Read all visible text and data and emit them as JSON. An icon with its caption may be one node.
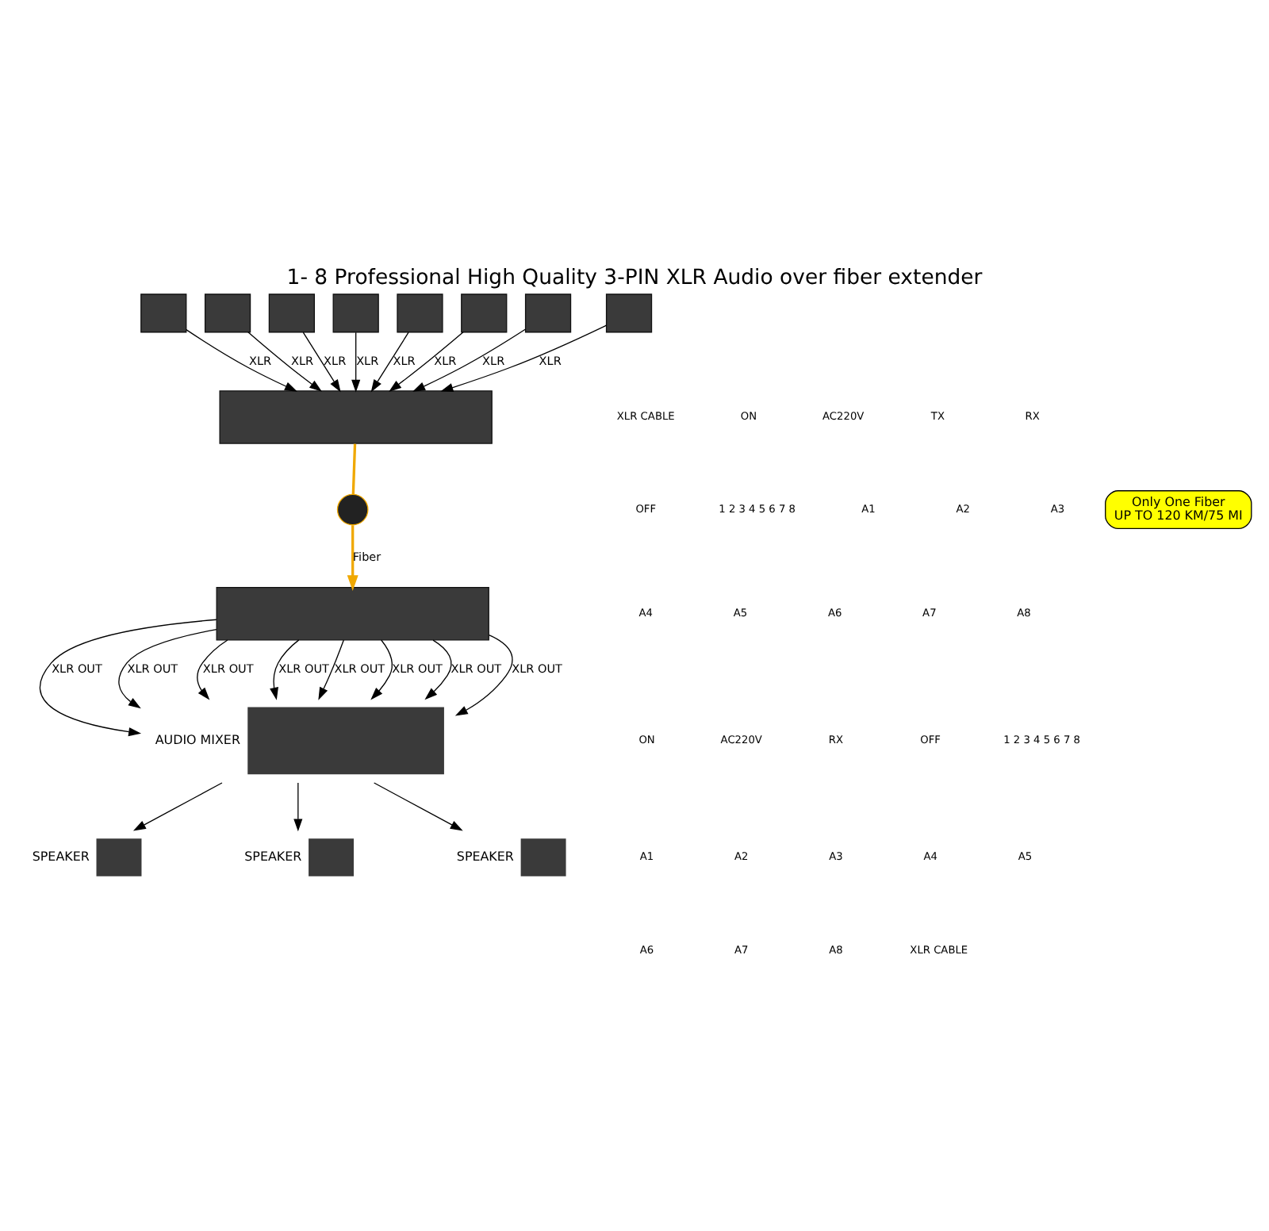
{
  "diagram": {
    "title": "1- 8 Professional High Quality 3-PIN XLR Audio over fiber extender",
    "nodes": [
      {
        "text": [],
        "shape": "box"
      },
      {
        "text": [],
        "shape": "box"
      },
      {
        "text": [],
        "shape": "box"
      },
      {
        "text": [],
        "shape": "box"
      },
      {
        "text": [],
        "shape": "box"
      },
      {
        "text": [],
        "shape": "box"
      },
      {
        "text": [],
        "shape": "box"
      },
      {
        "text": [],
        "shape": "box"
      },
      {
        "text": [],
        "shape": "box"
      },
      {
        "text": [],
        "shape": "circle"
      },
      {
        "text": [
          "Only One Fiber",
          "UP TO 120 KM/75 MI"
        ]
      },
      {
        "text": [],
        "shape": "box"
      },
      {
        "text": [],
        "shape": "box",
        "beside": [
          "AUDIO MIXER"
        ]
      },
      {
        "text": [],
        "shape": "box",
        "beside": [
          "SPEAKER"
        ]
      },
      {
        "text": [],
        "shape": "box",
        "beside": [
          "SPEAKER"
        ]
      },
      {
        "text": [],
        "shape": "box",
        "beside": [
          "SPEAKER"
        ]
      }
    ],
    "edges": [
      {
        "from": 0,
        "to": 8,
        "arrow": "to",
        "label": "XLR"
      },
      {
        "from": 1,
        "to": 8,
        "arrow": "to",
        "label": "XLR"
      },
      {
        "from": 2,
        "to": 8,
        "arrow": "to",
        "label": "XLR"
      },
      {
        "from": 3,
        "to": 8,
        "arrow": "to",
        "label": "XLR"
      },
      {
        "from": 4,
        "to": 8,
        "arrow": "to",
        "label": "XLR"
      },
      {
        "from": 5,
        "to": 8,
        "arrow": "to",
        "label": "XLR"
      },
      {
        "from": 6,
        "to": 8,
        "arrow": "to",
        "label": "XLR"
      },
      {
        "from": 7,
        "to": 8,
        "arrow": "to",
        "label": "XLR"
      },
      {
        "from": 8,
        "to": 9,
        "arrow": "none",
        "color": "#f0a800"
      },
      {
        "from": 9,
        "to": 11,
        "arrow": "to",
        "label": "Fiber",
        "color": "#f0a800"
      },
      {
        "from": 11,
        "to": 12,
        "arrow": "to",
        "label": "XLR OUT"
      },
      {
        "from": 11,
        "to": 12,
        "arrow": "to",
        "label": "XLR OUT"
      },
      {
        "from": 11,
        "to": 12,
        "arrow": "to",
        "label": "XLR OUT"
      },
      {
        "from": 11,
        "to": 12,
        "arrow": "to",
        "label": "XLR OUT"
      },
      {
        "from": 11,
        "to": 12,
        "arrow": "to",
        "label": "XLR OUT"
      },
      {
        "from": 11,
        "to": 12,
        "arrow": "to",
        "label": "XLR OUT"
      },
      {
        "from": 11,
        "to": 12,
        "arrow": "to",
        "label": "XLR OUT"
      },
      {
        "from": 11,
        "to": 12,
        "arrow": "to",
        "label": "XLR OUT"
      },
      {
        "from": 12,
        "to": 13,
        "arrow": "to"
      },
      {
        "from": 12,
        "to": 14,
        "arrow": "to"
      },
      {
        "from": 12,
        "to": 15,
        "arrow": "to"
      }
    ],
    "labels": [
      "XLR CABLE",
      "ON",
      "AC220V",
      "TX",
      "RX",
      "OFF",
      "1 2 3 4 5 6 7 8",
      "A1",
      "A2",
      "A3",
      "A4",
      "A5",
      "A6",
      "A7",
      "A8",
      "ON",
      "AC220V",
      "RX",
      "OFF",
      "1 2 3 4 5 6 7 8",
      "A1",
      "A2",
      "A3",
      "A4",
      "A5",
      "A6",
      "A7",
      "A8",
      "XLR CABLE"
    ]
  }
}
